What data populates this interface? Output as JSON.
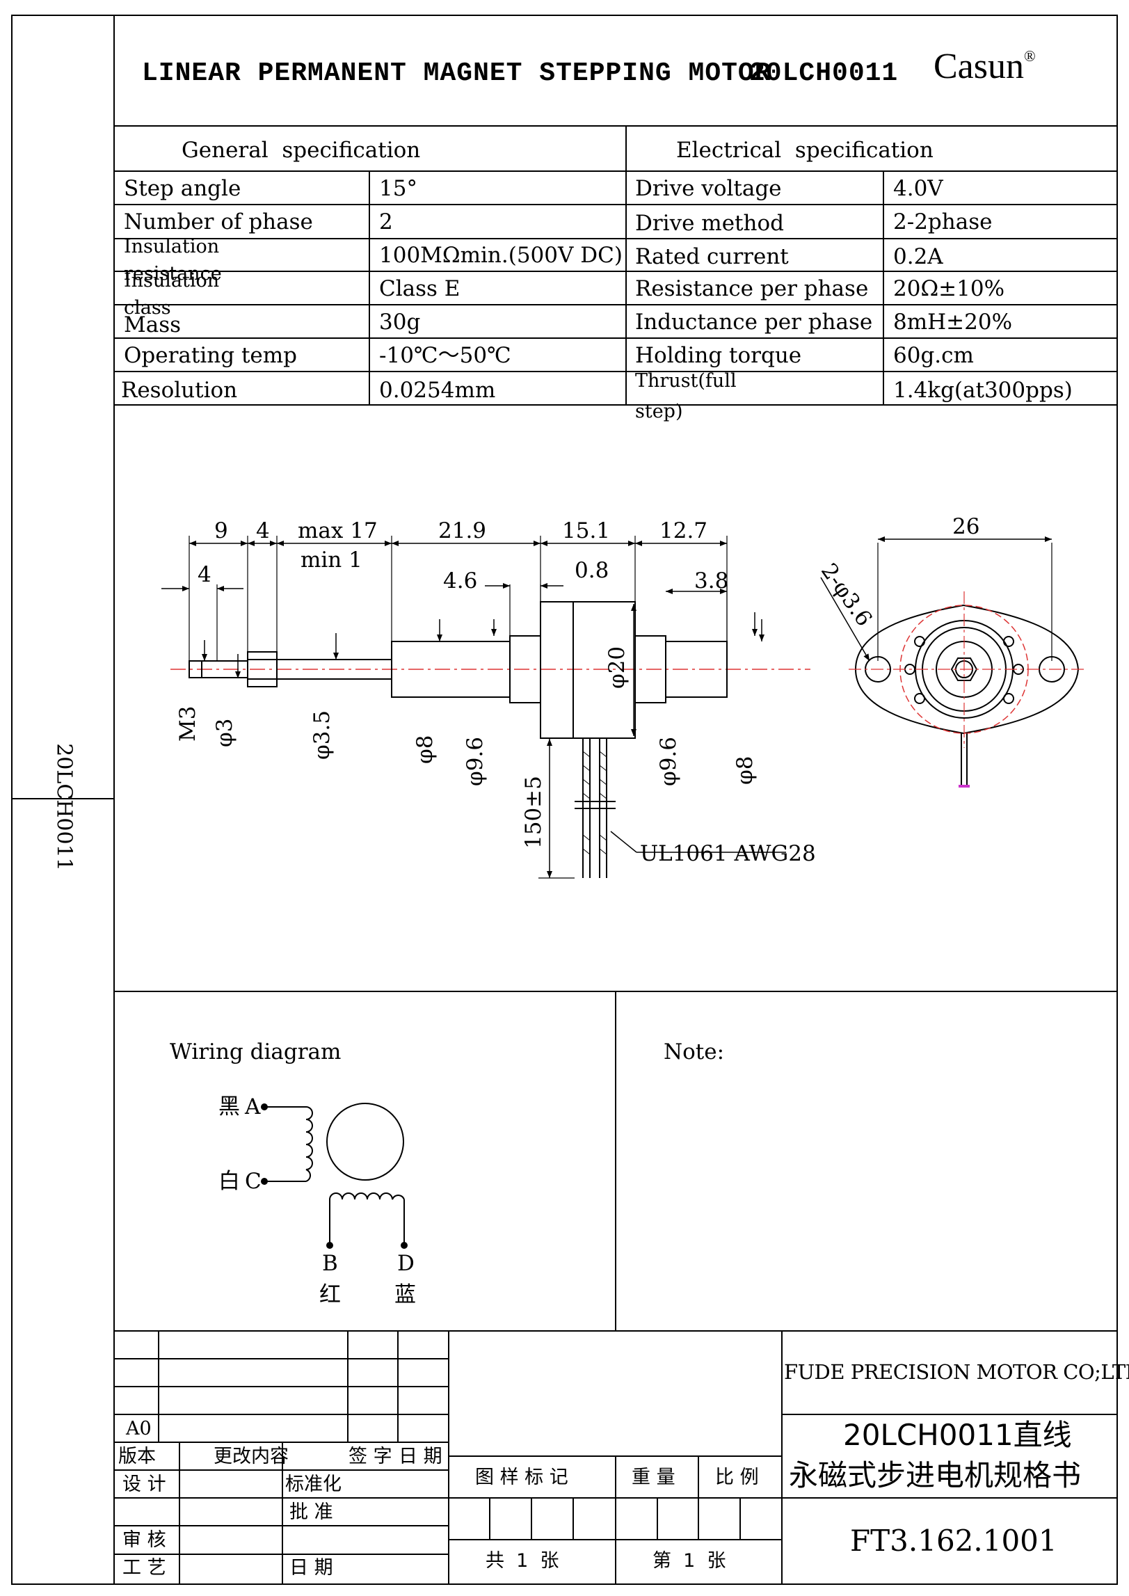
{
  "title": {
    "product": "LINEAR PERMANENT MAGNET STEPPING MOTOR",
    "model": "20LCH0011",
    "brand": "Casun",
    "brand_mark": "®"
  },
  "side_label": "20LCH0011",
  "general_spec": {
    "heading": "General  specification",
    "rows": [
      {
        "label": "Step angle",
        "value": "15°"
      },
      {
        "label": "Number of phase",
        "value": "2"
      },
      {
        "label": "Insulation resistance",
        "value": "100MΩmin.(500V DC)"
      },
      {
        "label": "Insulation class",
        "value": "Class E"
      },
      {
        "label": "Mass",
        "value": "30g"
      },
      {
        "label": "Operating temp",
        "value": "-10℃～50℃"
      },
      {
        "label": "Resolution",
        "value": "0.0254mm"
      }
    ]
  },
  "electrical_spec": {
    "heading": "Electrical  specification",
    "rows": [
      {
        "label": "Drive voltage",
        "value": "4.0V"
      },
      {
        "label": "Drive method",
        "value": "2-2phase"
      },
      {
        "label": "Rated current",
        "value": "0.2A"
      },
      {
        "label": "Resistance per phase",
        "value": "20Ω±10%"
      },
      {
        "label": "Inductance per phase",
        "value": "8mH±20%"
      },
      {
        "label": "Holding torque",
        "value": "60g.cm"
      },
      {
        "label": "Thrust(full step)",
        "value": "1.4kg(at300pps)"
      }
    ]
  },
  "drawing": {
    "dims": {
      "d9": "9",
      "d4a": "4",
      "max17": "max 17",
      "min1": "min 1",
      "d21_9": "21.9",
      "d15_1": "15.1",
      "d12_7": "12.7",
      "d4b": "4",
      "d4_6": "4.6",
      "d0_8": "0.8",
      "d3_8": "3.8",
      "d26": "26",
      "holes": "2-φ3.6",
      "m3": "M3",
      "phi3": "φ3",
      "phi3_5": "φ3.5",
      "phi8a": "φ8",
      "phi9_6a": "φ9.6",
      "phi20": "φ20",
      "phi9_6b": "φ9.6",
      "phi8b": "φ8",
      "lead": "150±5",
      "wire": "UL1061 AWG28"
    }
  },
  "wiring": {
    "title": "Wiring diagram",
    "a_color": "黑",
    "a_label": "A",
    "c_color": "白",
    "c_label": "C",
    "b_label": "B",
    "b_color": "红",
    "d_label": "D",
    "d_color": "蓝"
  },
  "note_label": "Note:",
  "title_block": {
    "revision": "A0",
    "version": "版本",
    "change": "更改内容",
    "sign": "签 字",
    "date_hdr": "日 期",
    "design": "设 计",
    "standard": "标准化",
    "approve": "批 准",
    "review": "审 核",
    "process": "工 艺",
    "date": "日 期",
    "mark": "图 样 标 记",
    "weight": "重 量",
    "scale": "比 例",
    "total": "共  1  张",
    "sheet": "第  1  张",
    "company": "FUDE PRECISION MOTOR CO;LTD",
    "doc_title_1": "20LCH0011直线",
    "doc_title_2": "永磁式步进电机规格书",
    "doc_number": "FT3.162.1001"
  }
}
